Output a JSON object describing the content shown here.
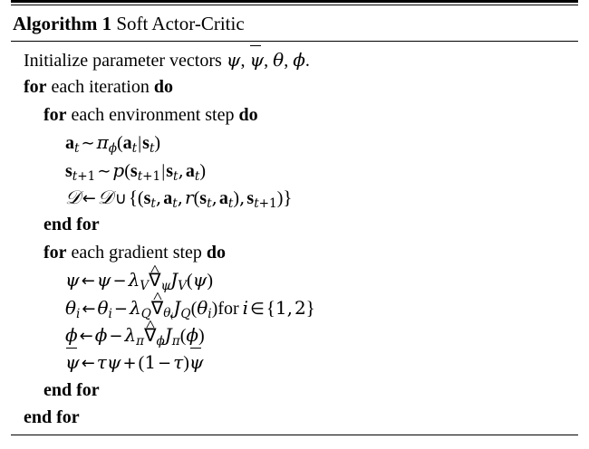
{
  "document": {
    "type": "algorithm-pseudocode-float",
    "title_label": "Algorithm 1",
    "title_name": "Soft Actor-Critic",
    "rules": {
      "top": "double-thick",
      "title_separator": "thin",
      "bottom": "thin"
    }
  },
  "keywords": {
    "for": "for",
    "do": "do",
    "end_for": "end for"
  },
  "lines": [
    {
      "id": "line-initialize",
      "indent": 0,
      "text": "Initialize parameter vectors ψ, ψ̄, θ, φ.",
      "prefix": "Initialize parameter vectors"
    },
    {
      "id": "line-for-iteration",
      "indent": 0,
      "text": "for each iteration do",
      "middle": "each iteration"
    },
    {
      "id": "line-for-env-step",
      "indent": 1,
      "text": "for each environment step do",
      "middle": "each environment step"
    },
    {
      "id": "line-sample-action",
      "indent": 2,
      "text": "a_t ~ π_φ(a_t|s_t)"
    },
    {
      "id": "line-sample-state",
      "indent": 2,
      "text": "s_{t+1} ~ p(s_{t+1}|s_t, a_t)"
    },
    {
      "id": "line-replay-buffer",
      "indent": 2,
      "text": "D ← D ∪ {(s_t, a_t, r(s_t, a_t), s_{t+1})}"
    },
    {
      "id": "line-end-for-env",
      "indent": 1,
      "text": "end for"
    },
    {
      "id": "line-for-gradient-step",
      "indent": 1,
      "text": "for each gradient step do",
      "middle": "each gradient step"
    },
    {
      "id": "line-update-psi",
      "indent": 2,
      "text": "ψ ← ψ − λ_V ∇̂_ψ J_V(ψ)"
    },
    {
      "id": "line-update-theta",
      "indent": 2,
      "text": "θ_i ← θ_i − λ_Q ∇̂_{θ_i} J_Q(θ_i) for i ∈ {1,2}",
      "suffix_for": "for",
      "suffix_set": "{1, 2}"
    },
    {
      "id": "line-update-phi",
      "indent": 2,
      "text": "φ ← φ − λ_π ∇̂_φ J_π(φ)"
    },
    {
      "id": "line-update-psi-bar",
      "indent": 2,
      "text": "ψ̄ ← τψ + (1 − τ)ψ̄"
    },
    {
      "id": "line-end-for-gradient",
      "indent": 1,
      "text": "end for"
    },
    {
      "id": "line-end-for-iteration",
      "indent": 0,
      "text": "end for"
    }
  ],
  "symbols": {
    "psi": "ψ",
    "psi_bar": "ψ̄",
    "theta": "θ",
    "phi": "φ",
    "pi": "π",
    "lambda": "λ",
    "tau": "τ",
    "nabla_hat": "∇̂",
    "cal_D": "𝒟",
    "sim": "∼",
    "leftarrow": "←",
    "cup": "∪",
    "in": "∈",
    "minus": "−",
    "plus": "+"
  },
  "colors": {
    "text": "#000000",
    "background": "#ffffff",
    "rule": "#000000"
  }
}
